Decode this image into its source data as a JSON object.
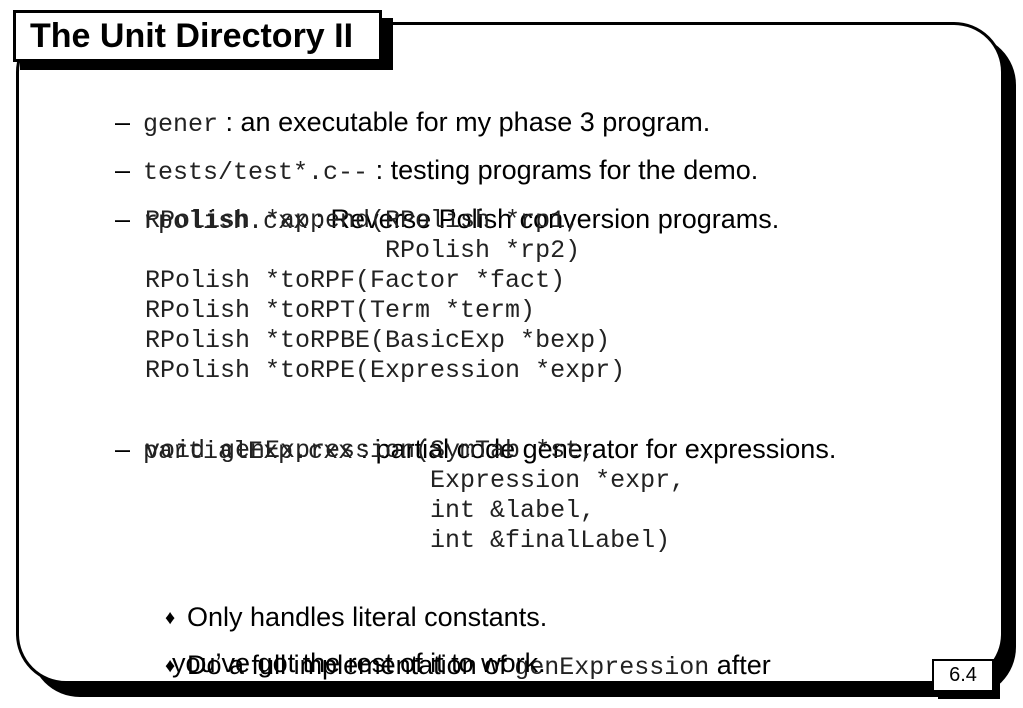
{
  "title": "The Unit Directory II",
  "page_number": "6.4",
  "items": [
    {
      "bullet": "–",
      "code": "gener",
      "text": " : an executable for my phase 3 program."
    },
    {
      "bullet": "–",
      "code": "tests/test*.c--",
      "text": " : testing programs for the demo."
    },
    {
      "bullet": "–",
      "code": "rpolish.cxx",
      "text": " : Reverse Polish conversion programs.",
      "code_lines": [
        "RPolish *append(RPolish *rp1,",
        "                RPolish *rp2)",
        "RPolish *toRPF(Factor *fact)",
        "RPolish *toRPT(Term *term)",
        "RPolish *toRPBE(BasicExp *bexp)",
        "RPolish *toRPE(Expression *expr)"
      ]
    },
    {
      "bullet": "–",
      "code": "partialExp.cxx",
      "text": " : partial code generator for expressions.",
      "code_lines": [
        "void genExpression(SymTab *st,",
        "                   Expression *expr,",
        "                   int &label,",
        "                   int &finalLabel)"
      ]
    }
  ],
  "sub_items": [
    {
      "bullet": "♦",
      "text": "Only handles literal constants."
    },
    {
      "bullet": "♦",
      "text_before": "Do a full implementation of ",
      "code": "genExpression",
      "text_after": " after",
      "text_line2": "you’ve got the rest of it to work."
    }
  ]
}
